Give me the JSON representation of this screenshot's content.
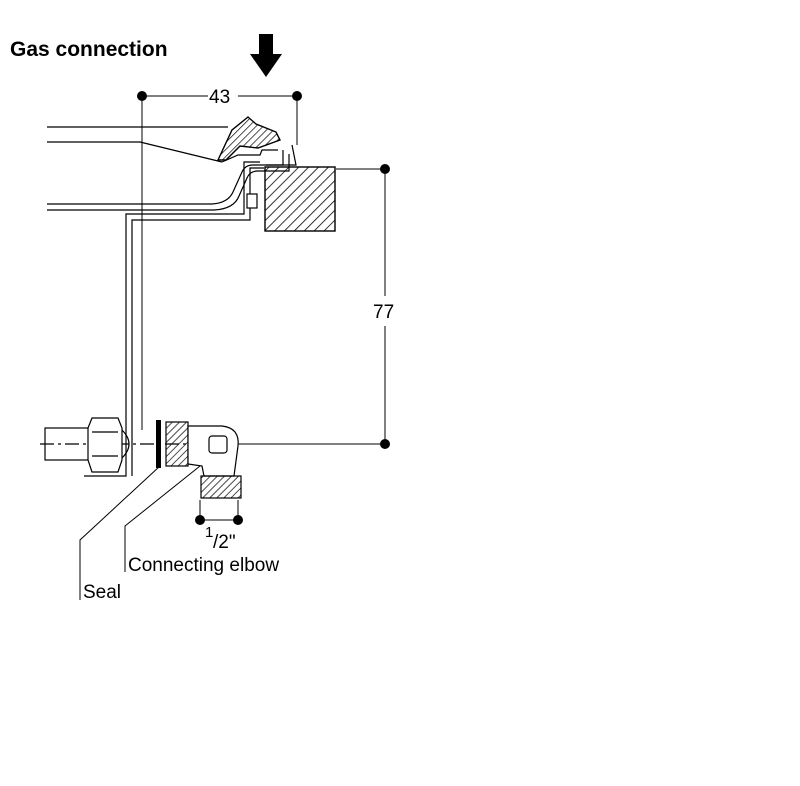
{
  "title": "Gas connection",
  "dimensions": {
    "width": "43",
    "height": "77",
    "thread_numerator": "1",
    "thread_rest": "/2\""
  },
  "labels": {
    "connecting_elbow": "Connecting elbow",
    "seal": "Seal"
  },
  "icons": {
    "insert_arrow": "arrow-down-icon"
  },
  "colors": {
    "ink": "#000000",
    "background": "#ffffff"
  }
}
